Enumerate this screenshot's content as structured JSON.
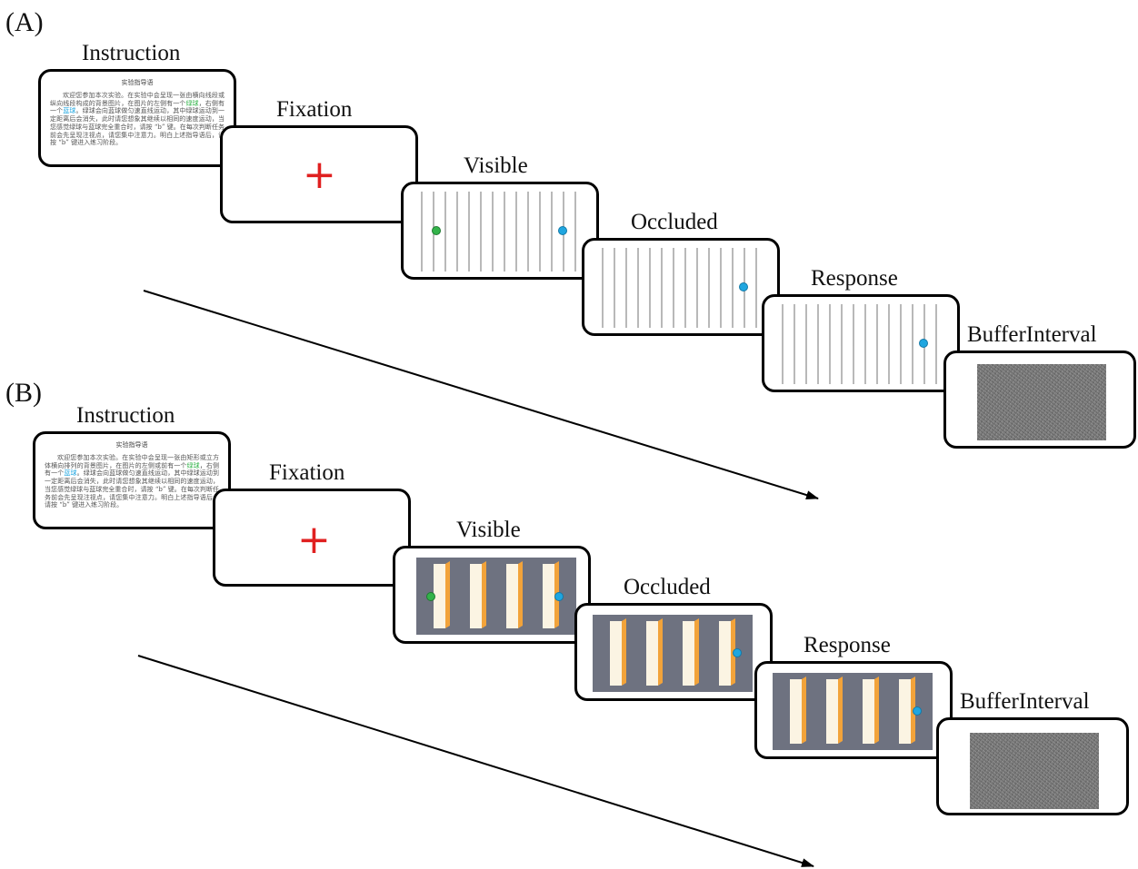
{
  "panels": [
    {
      "letter": "(A)",
      "stages": {
        "instruction": "Instruction",
        "fixation": "Fixation",
        "visible": "Visible",
        "occluded": "Occluded",
        "response": "Response",
        "buffer": "BufferInterval"
      },
      "instruction_text": {
        "title": "实验指导语",
        "p1": "欢迎您参加本次实验。在实验中会呈现一张由横向线段或纵向线段构成的背景图片，在图片的左侧有一个",
        "green": "绿球",
        "p2": "，右侧有一个",
        "blue": "蓝球",
        "p3": "。绿球会向蓝球做匀速直线运动，其中绿球运动到一定距离后会消失，此时请您想象其继续以相同的速度运动，当您感觉绿球与蓝球完全重合时，请按 “b” 键。在每次判断任务前会先呈现注视点，请您集中注意力。明白上述指导语后，请按 “b” 键进入练习阶段。"
      }
    },
    {
      "letter": "(B)",
      "stages": {
        "instruction": "Instruction",
        "fixation": "Fixation",
        "visible": "Visible",
        "occluded": "Occluded",
        "response": "Response",
        "buffer": "BufferInterval"
      },
      "instruction_text": {
        "title": "实验指导语",
        "p1": "欢迎您参加本次实验。在实验中会呈现一张由矩形或立方体横向排列的背景图片，在图片的左侧或前有一个",
        "green": "绿球",
        "p2": "，右侧有一个",
        "blue": "蓝球",
        "p3": "。绿球会向蓝球做匀速直线运动，其中绿球运动到一定距离后会消失，此时请您想象其继续以相同的速度运动，当您感觉绿球与蓝球完全重合时，请按 “b” 键。在每次判断任务前会先呈现注视点，请您集中注意力。明白上述指导语后，请按 “b” 键进入练习阶段。"
      }
    }
  ],
  "fixation_symbol": "+",
  "colors": {
    "green_ball": "#33b34a",
    "blue_ball": "#1fa6e0",
    "fixation": "#e02020",
    "bar_face": "#fbf4e3",
    "bar_side": "#f2a33a",
    "bar_base": "#3a6fd8",
    "gray_bg": "#6e7280"
  }
}
